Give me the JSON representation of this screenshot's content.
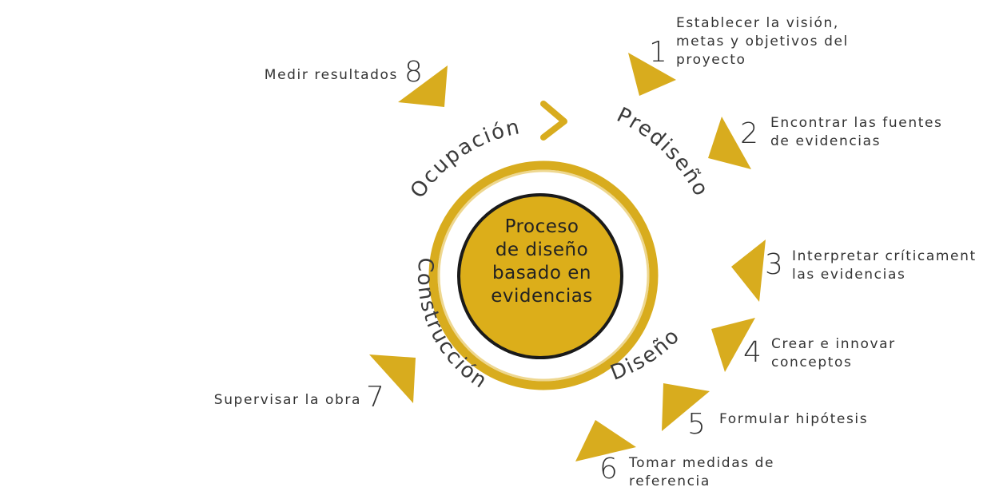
{
  "colors": {
    "accent": "#d8ac1e",
    "circle_fill": "#dcae1a",
    "circle_border": "#1a1a1a",
    "text": "#333333"
  },
  "center": {
    "lines": [
      "Proceso",
      "de diseño",
      "basado en",
      "evidencias"
    ]
  },
  "phases": {
    "ocupacion": "Ocupación",
    "prediseno": "Prediseño",
    "diseno": "Diseño",
    "construccion": "Construcción"
  },
  "steps": [
    {
      "number": "1",
      "lines": [
        "Establecer la visión,",
        "metas y objetivos del",
        "proyecto"
      ]
    },
    {
      "number": "2",
      "lines": [
        "Encontrar las fuentes",
        "de evidencias"
      ]
    },
    {
      "number": "3",
      "lines": [
        "Interpretar críticament",
        "las evidencias"
      ]
    },
    {
      "number": "4",
      "lines": [
        "Crear e innovar",
        "conceptos"
      ]
    },
    {
      "number": "5",
      "lines": [
        "Formular hipótesis"
      ]
    },
    {
      "number": "6",
      "lines": [
        "Tomar medidas de",
        "referencia"
      ]
    },
    {
      "number": "7",
      "lines": [
        "Supervisar la obra"
      ]
    },
    {
      "number": "8",
      "lines": [
        "Medir resultados"
      ]
    }
  ]
}
